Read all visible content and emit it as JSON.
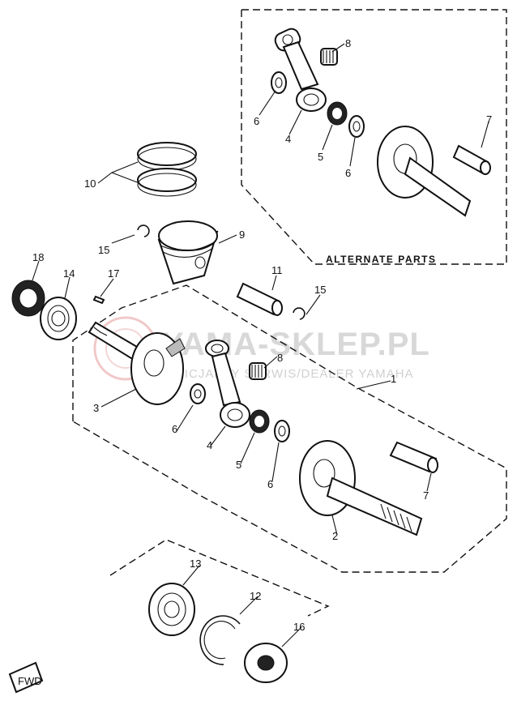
{
  "watermark": {
    "title": "YAMA-SKLEP.PL",
    "subtitle": "OFICJALNY SERWIS/DEALER YAMAHA"
  },
  "alternate_label": "ALTERNATE PARTS",
  "front_mark": "FWD",
  "callouts": {
    "p1": "1",
    "p2": "2",
    "p3": "3",
    "p4": "4",
    "p4b": "4",
    "p5": "5",
    "p5b": "5",
    "p6": "6",
    "p6b": "6",
    "p6c": "6",
    "p6d": "6",
    "p7": "7",
    "p7b": "7",
    "p8": "8",
    "p8b": "8",
    "p9": "9",
    "p10": "10",
    "p11": "11",
    "p12": "12",
    "p13": "13",
    "p14": "14",
    "p15": "15",
    "p15b": "15",
    "p16": "16",
    "p17": "17",
    "p18": "18"
  }
}
